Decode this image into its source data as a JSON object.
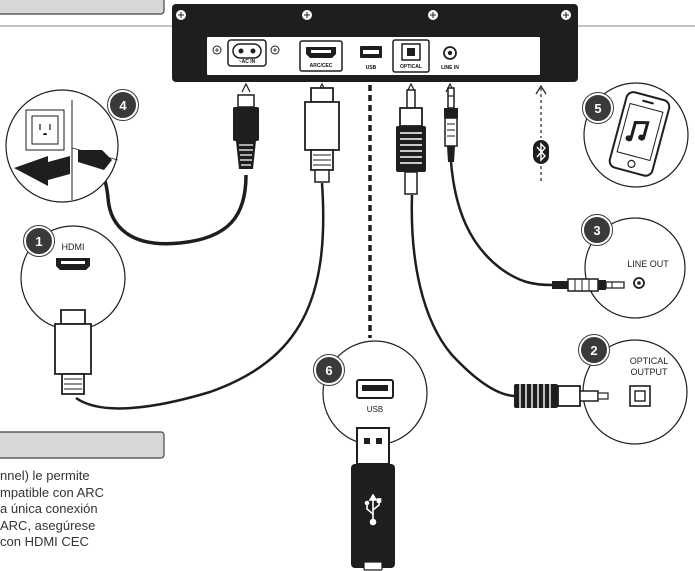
{
  "ports": {
    "ac_in": "~AC IN",
    "arc_cec": "ARC/CEC",
    "usb": "USB",
    "optical": "OPTICAL",
    "line_in": "LINE IN"
  },
  "badges": {
    "hdmi": "1",
    "optical": "2",
    "line_out": "3",
    "power": "4",
    "bluetooth": "5",
    "usb": "6"
  },
  "callouts": {
    "hdmi": "HDMI",
    "line_out": "LINE OUT",
    "optical_line1": "OPTICAL",
    "optical_line2": "OUTPUT",
    "usb": "USB"
  },
  "paragraph": [
    "nnel) le permite",
    "mpatible con ARC",
    "a única conexión",
    "ARC, asegúrese",
    "con HDMI CEC"
  ],
  "colors": {
    "badge": "#3a3a3a",
    "header_bar": "#d7d7d7",
    "device": "#1e1e1e"
  },
  "icons": {
    "phone": "music-note-icon",
    "bluetooth": "bluetooth-icon",
    "usb_drive": "usb-symbol-icon"
  }
}
